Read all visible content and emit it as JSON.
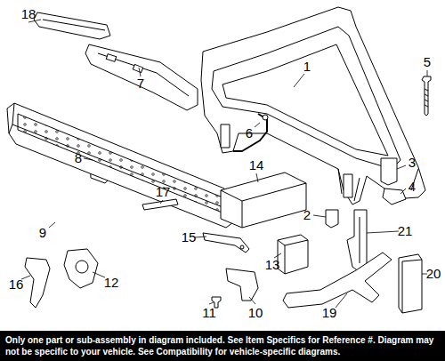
{
  "diagram": {
    "nodes": [
      {
        "text": [
          "Only one part or sub-assembly in diagram included. See Item Specifics for Reference #. Diagram may not be specific to your vehicle. See Compatibility for vehicle-specific diagrams."
        ]
      }
    ],
    "labels": [
      "1",
      "2",
      "3",
      "4",
      "5",
      "6",
      "7",
      "8",
      "9",
      "10",
      "11",
      "12",
      "13",
      "14",
      "15",
      "16",
      "17",
      "18",
      "19",
      "20",
      "21"
    ]
  }
}
